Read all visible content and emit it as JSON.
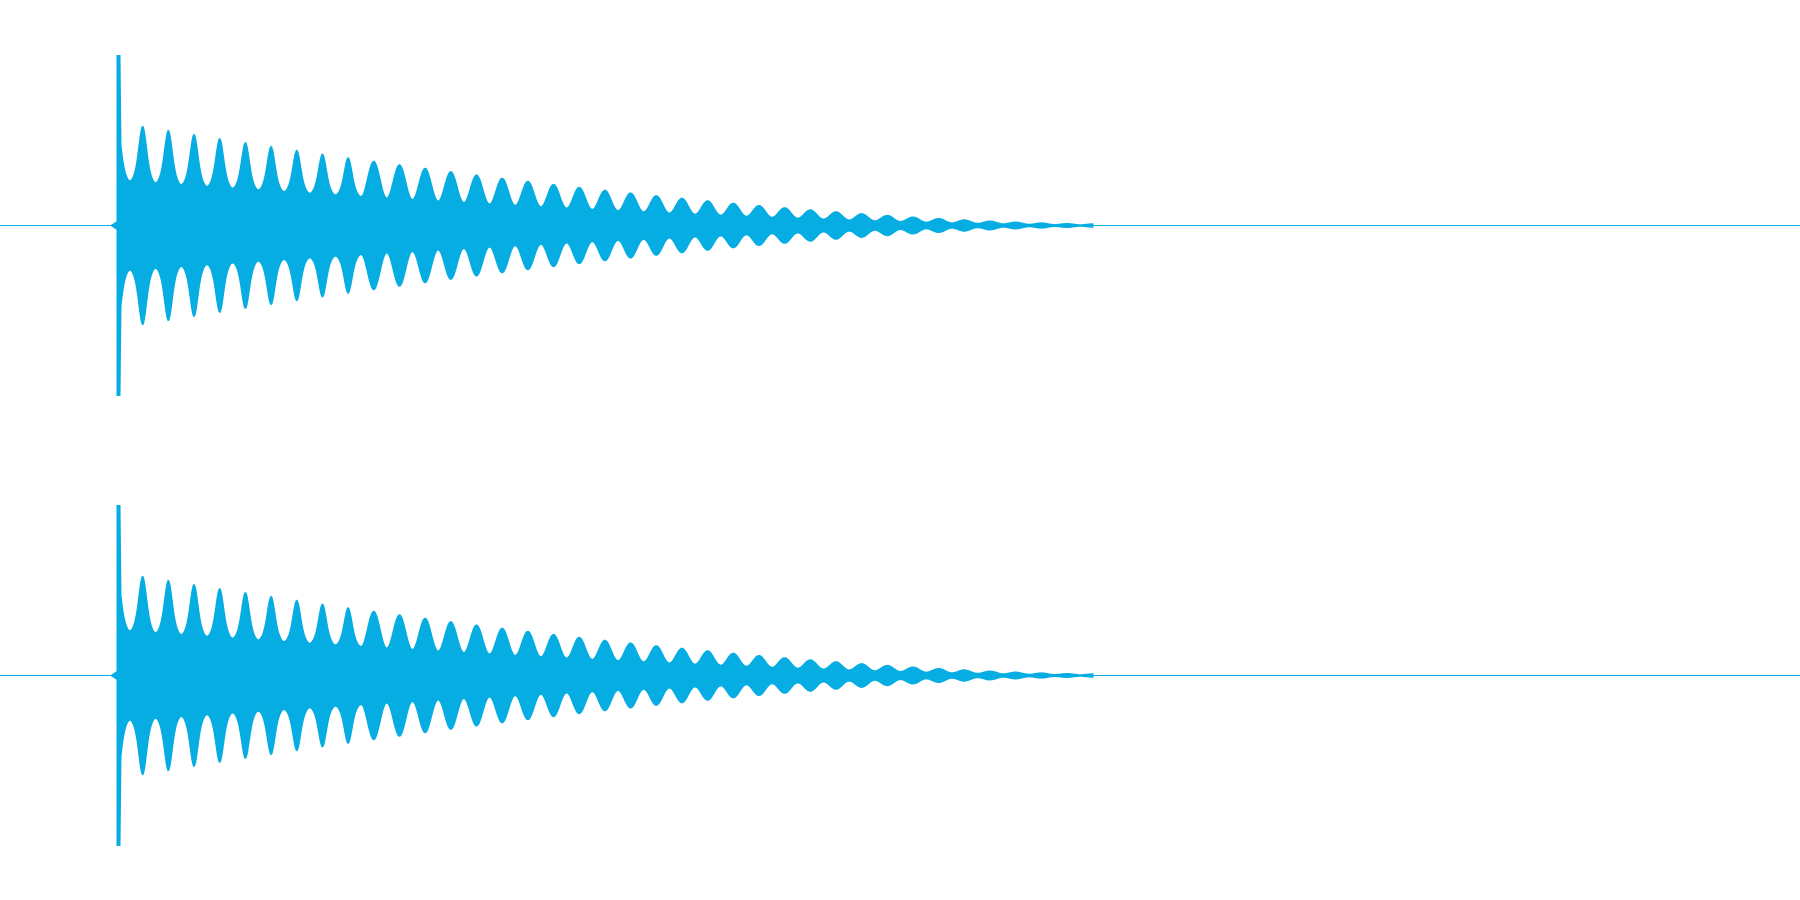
{
  "waveform": {
    "color": "#06ade3",
    "channels": [
      {
        "id": "left",
        "samples": {
          "attack_peak": 1.0,
          "sustain_peak": 0.6,
          "decay_end_fraction": 0.58,
          "cycles": 38
        }
      },
      {
        "id": "right",
        "samples": {
          "attack_peak": 1.0,
          "sustain_peak": 0.6,
          "decay_end_fraction": 0.58,
          "cycles": 38
        }
      }
    ]
  }
}
